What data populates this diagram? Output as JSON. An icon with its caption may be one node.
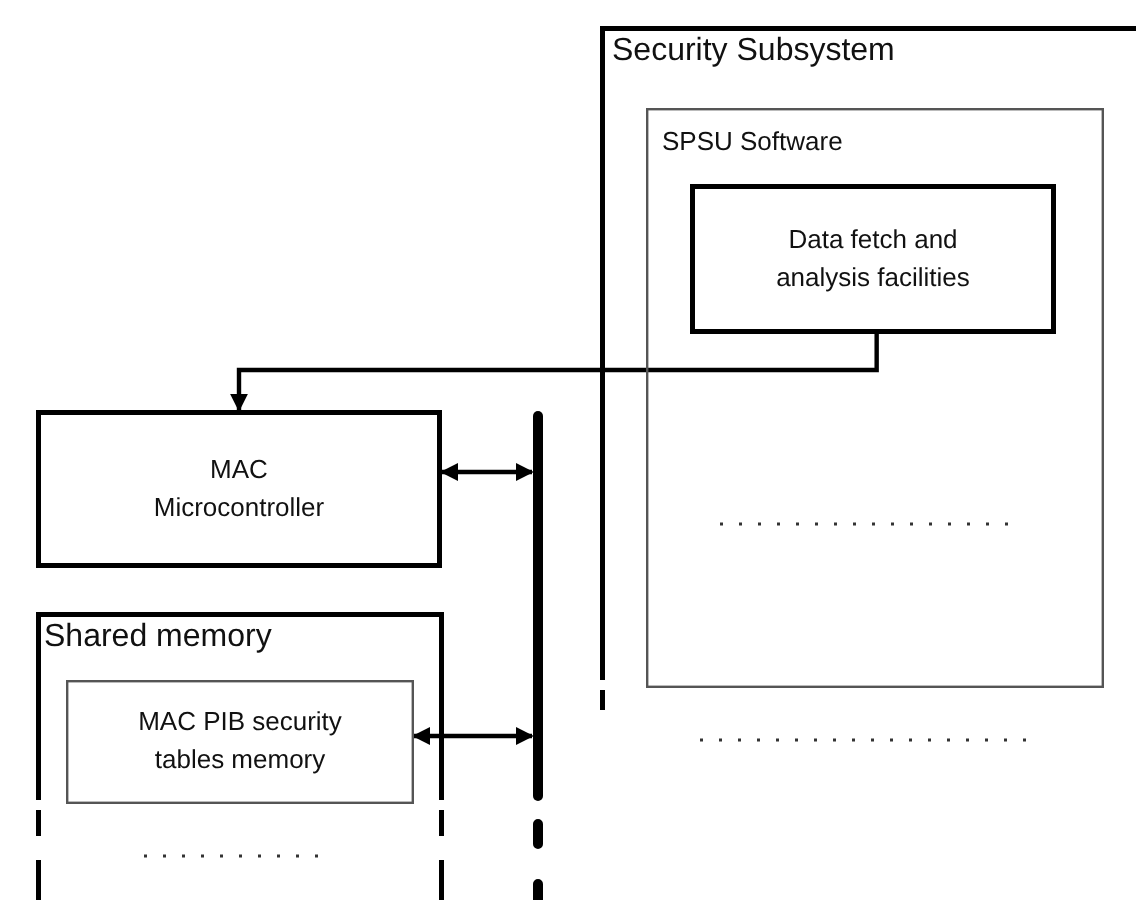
{
  "diagram": {
    "nodes": [
      {
        "text": [
          "Security Subsystem"
        ]
      },
      {
        "text": [
          "SPSU Software"
        ],
        "in": 0
      },
      {
        "text": [
          "Data fetch and analysis facilities"
        ],
        "in": 1
      },
      {
        "text": [
          "MAC Microcontroller"
        ]
      },
      {
        "text": [
          "Shared memory"
        ]
      },
      {
        "text": [
          "MAC PIB security tables memory"
        ],
        "in": 4
      },
      {
        "text": [],
        "shape": "bar"
      }
    ],
    "edges": [
      {
        "from": 2,
        "to": 3,
        "arrow": "to"
      },
      {
        "from": 3,
        "to": 6,
        "arrow": "both"
      },
      {
        "from": 5,
        "to": 6,
        "arrow": "both"
      }
    ]
  }
}
